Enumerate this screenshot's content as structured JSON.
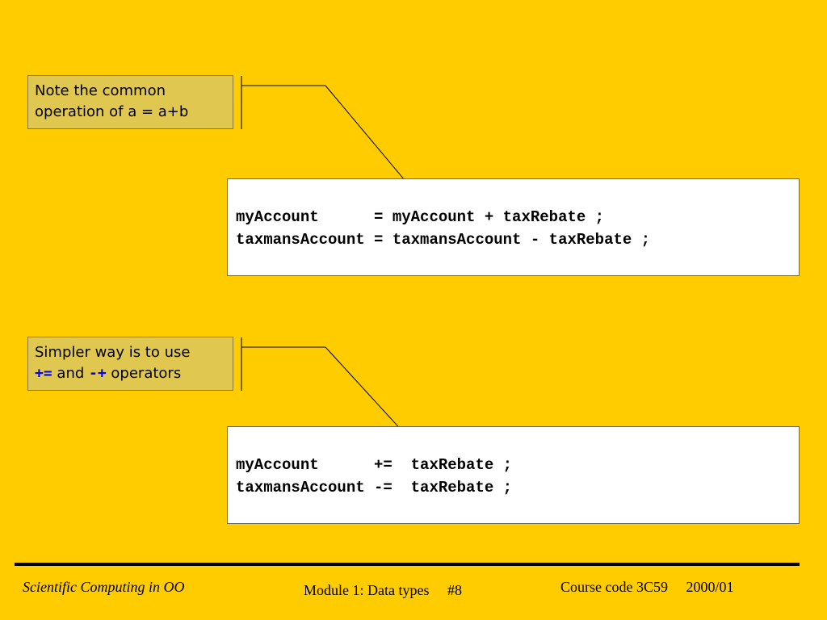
{
  "callouts": {
    "first": {
      "line1": "Note the common",
      "line2": "operation of a = a+b"
    },
    "second": {
      "line1": "Simpler way is to use",
      "op1": "+=",
      "and": " and ",
      "op2": "-+",
      "operators": " operators"
    }
  },
  "code_blocks": {
    "first": [
      "myAccount      = myAccount + taxRebate ;",
      "taxmansAccount = taxmansAccount - taxRebate ;"
    ],
    "second": [
      "myAccount      +=  taxRebate ;",
      "taxmansAccount -=  taxRebate ;"
    ]
  },
  "footer": {
    "left": "Scientific Computing in OO",
    "center": "Module 1: Data types     #8",
    "right": "Course code 3C59     2000/01"
  },
  "colors": {
    "background": "#FFCC00",
    "callout": "#E0C850",
    "operator": "#0000FF"
  }
}
